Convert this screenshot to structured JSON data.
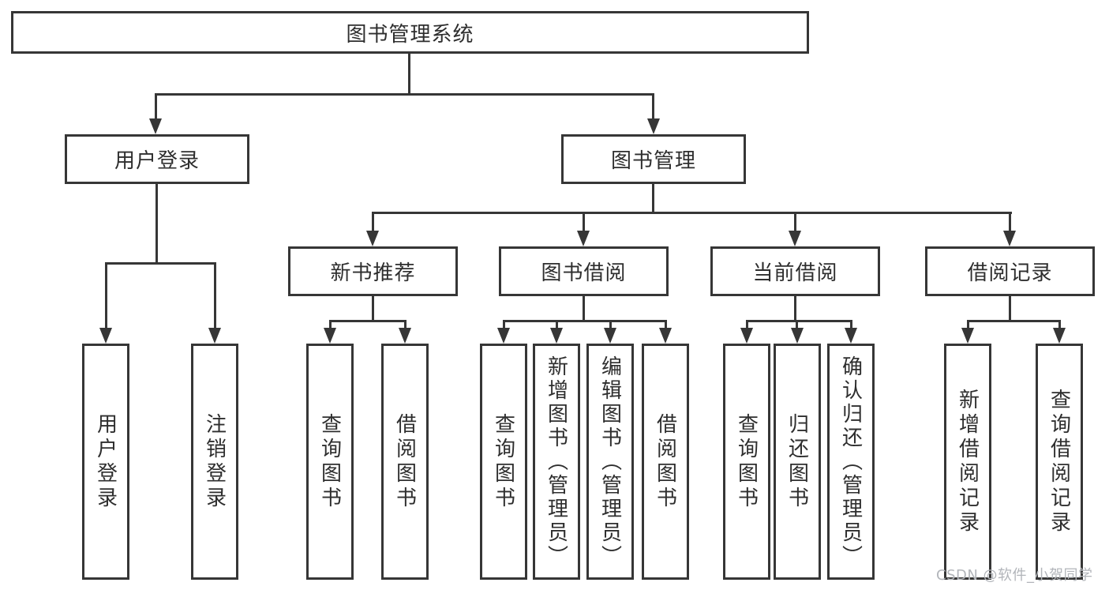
{
  "diagram_title": "图书管理系统",
  "nodes": {
    "root": "图书管理系统",
    "userLogin": "用户登录",
    "bookMgmt": "图书管理",
    "newBookRec": "新书推荐",
    "bookBorrow": "图书借阅",
    "currentBorrow": "当前借阅",
    "borrowRecord": "借阅记录",
    "leafUserLogin": "用户登录",
    "leafLogout": "注销登录",
    "leafQueryBook1": "查询图书",
    "leafBorrowBook1": "借阅图书",
    "leafQueryBook2": "查询图书",
    "leafAddBook": "新增图书（管理员）",
    "leafEditBook": "编辑图书（管理员）",
    "leafBorrowBook2": "借阅图书",
    "leafQueryBook3": "查询图书",
    "leafReturnBook": "归还图书",
    "leafConfirmReturn": "确认归还（管理员）",
    "leafAddRecord": "新增借阅记录",
    "leafQueryRecord": "查询借阅记录"
  },
  "watermark": "CSDN @软件_小贺同学",
  "colors": {
    "line": "#363636",
    "text": "#2e2e2e",
    "watermark": "#b2b5ba",
    "background": "#ffffff"
  }
}
